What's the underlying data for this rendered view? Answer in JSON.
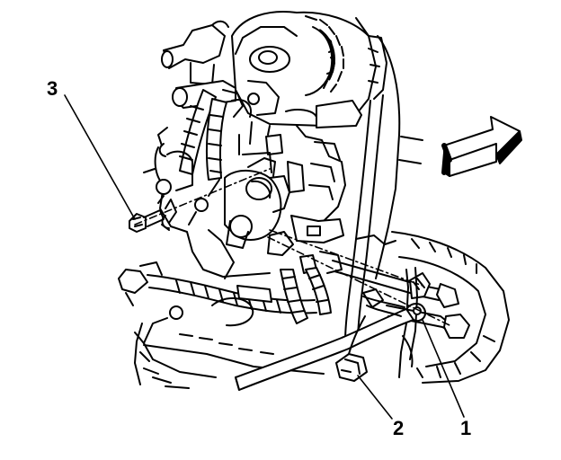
{
  "callouts": [
    {
      "id": "3",
      "label": "3",
      "part": "bolt"
    },
    {
      "id": "2",
      "label": "2",
      "part": "harness-connector"
    },
    {
      "id": "1",
      "label": "1",
      "part": "cable-terminal"
    }
  ],
  "colors": {
    "ink": "#000000",
    "paper": "#ffffff"
  },
  "icons": {
    "direction_arrow": "forward-arrow-icon"
  }
}
